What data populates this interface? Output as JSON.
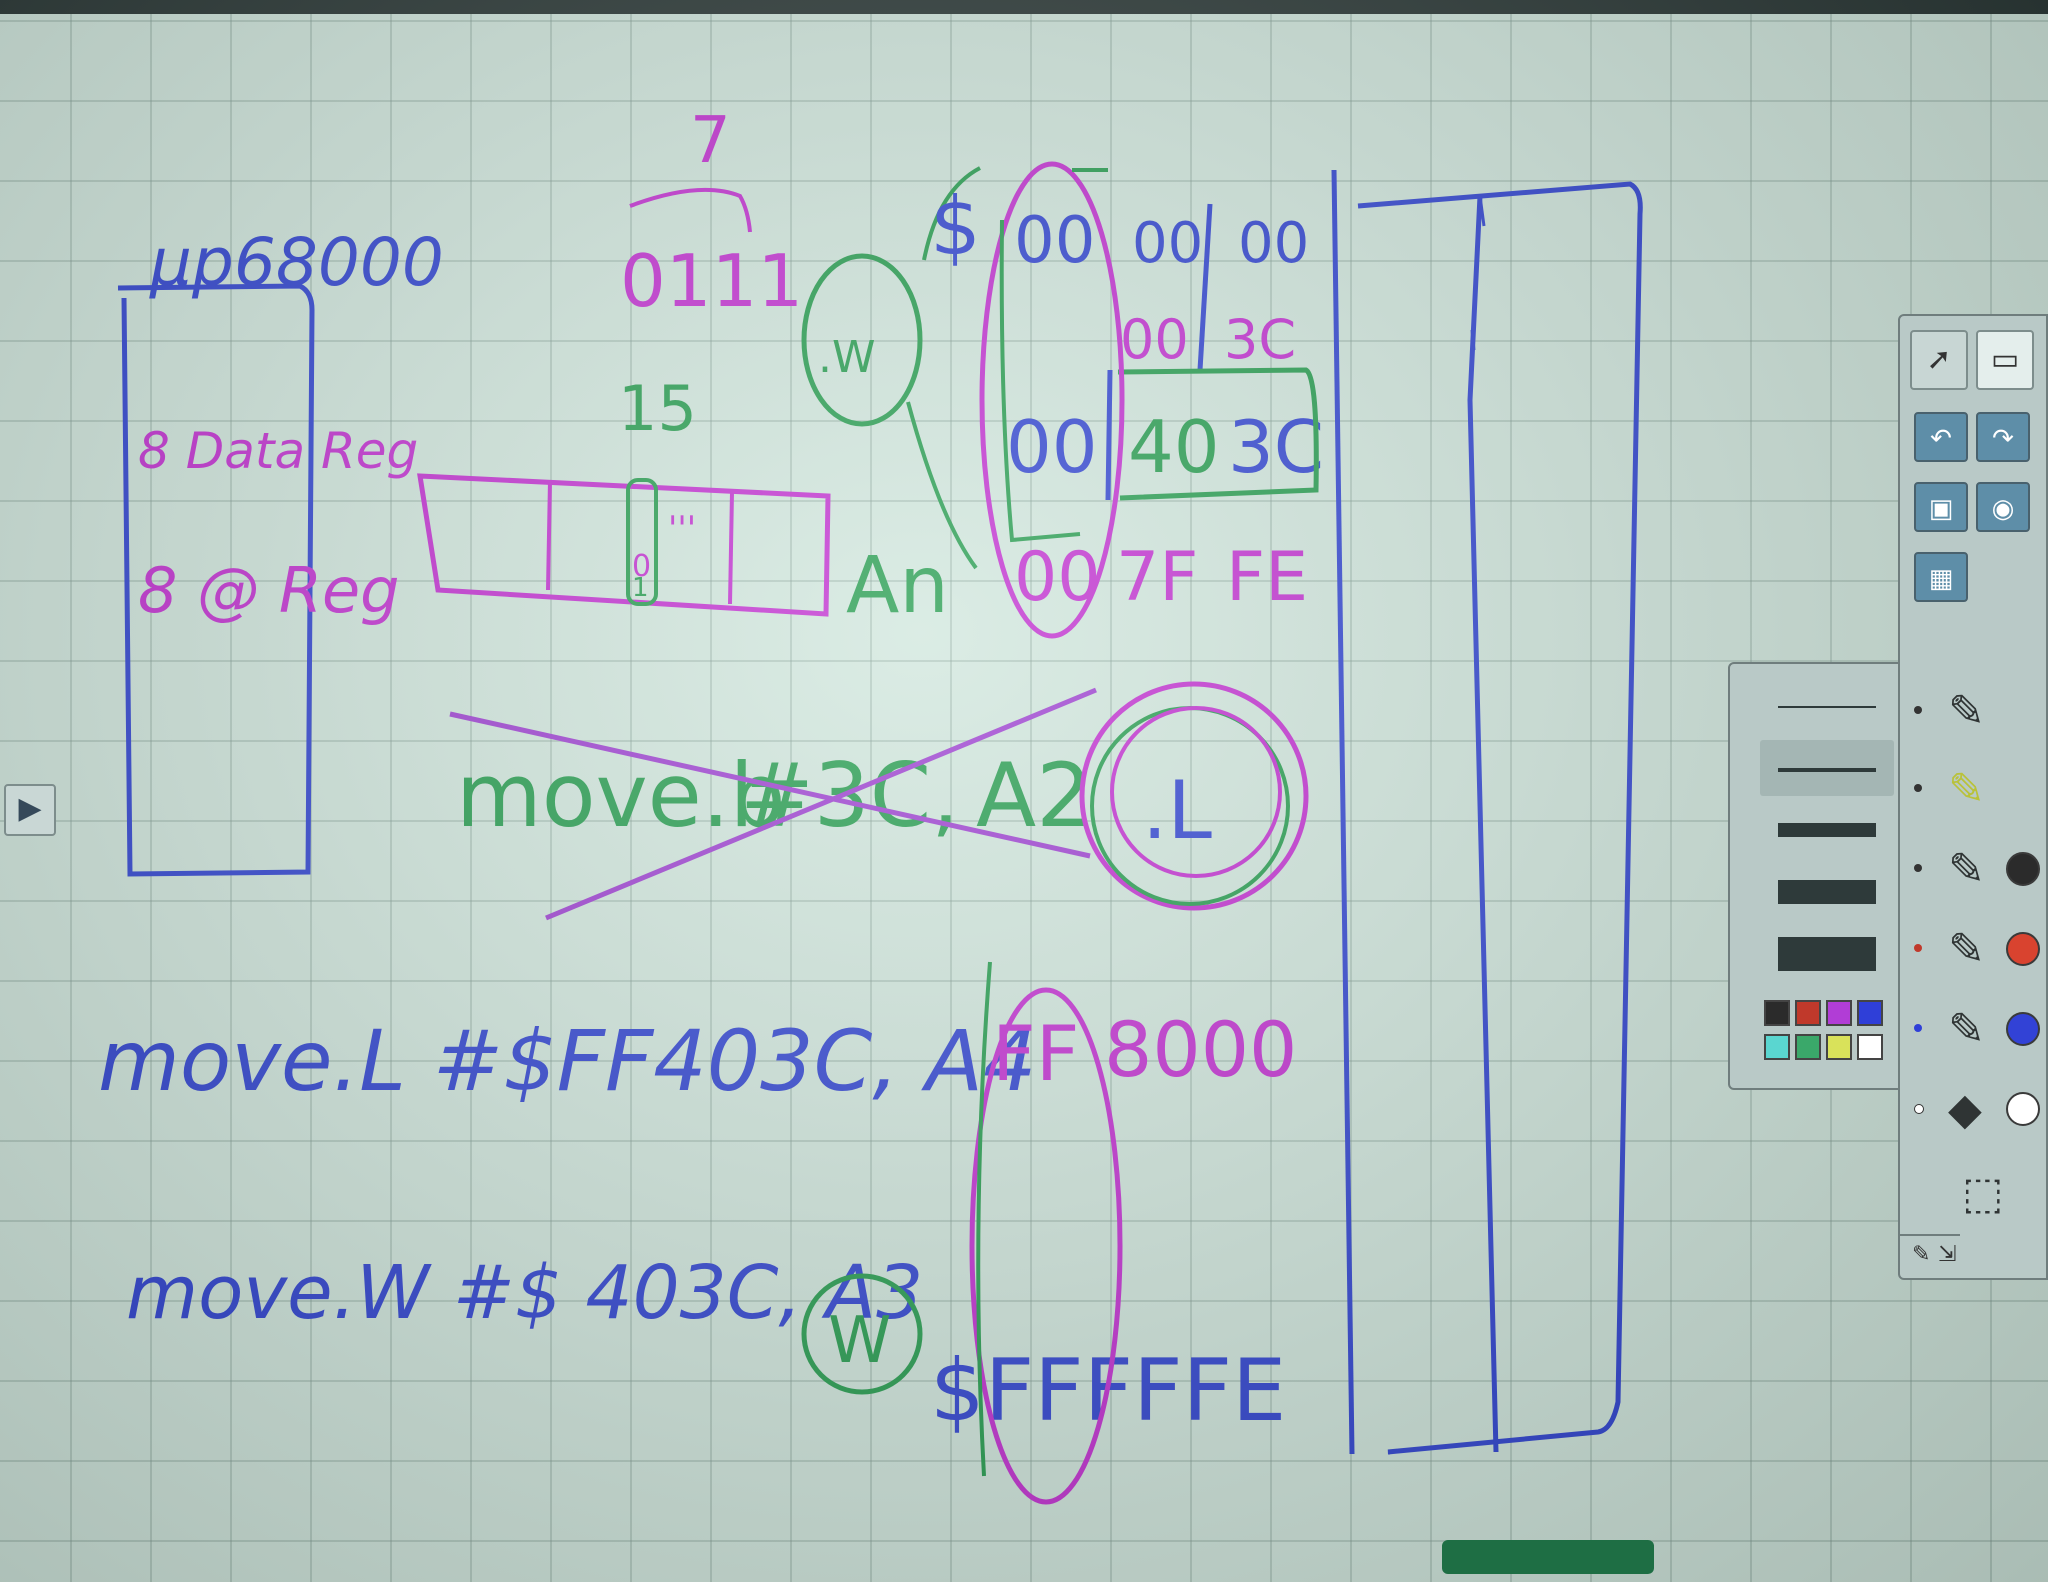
{
  "whiteboard": {
    "heading": "μp68000",
    "register_box": {
      "line1": "8 Data Reg",
      "line2": "8 @ Reg"
    },
    "bit_label_top": "7",
    "bits": "0111",
    "bit_label_15": "15",
    "register_label": "An",
    "hex_dollar": "$",
    "hex_rows": [
      {
        "a": "00",
        "b": "00",
        "c": "00"
      },
      {
        "a": "",
        "b": "00",
        "c": "3C"
      },
      {
        "a": "00",
        "b": "40",
        "c": "3C"
      },
      {
        "a": "00",
        "b": "7F",
        "c": "FE"
      }
    ],
    "size_w_top": ".W",
    "crossed_instruction": {
      "op": "move.b",
      "src": "#3C,",
      "dst": "A2"
    },
    "size_l": ".L",
    "instr_long": "move.L #$FF403C, A4",
    "instr_word": "move.W #$ 403C, A3",
    "size_w_bottom": "W",
    "lower_hex_top": {
      "a": "FF",
      "b": "8000"
    },
    "lower_hex_bottom": "$FFFFFE"
  },
  "toolbar": {
    "icons": [
      "pointer-icon",
      "eraser-tab-icon",
      "undo-icon",
      "redo-icon",
      "camera-icon",
      "capture-icon",
      "image-icon"
    ],
    "pens": [
      {
        "name": "pen-thin",
        "color": ""
      },
      {
        "name": "highlighter",
        "color": "#d9e25a"
      },
      {
        "name": "pen-black",
        "color": "#2b2b2b"
      },
      {
        "name": "pen-red",
        "color": "#d9432f"
      },
      {
        "name": "pen-blue",
        "color": "#3242d6"
      },
      {
        "name": "eraser",
        "color": "#ffffff"
      }
    ],
    "palette": [
      "#2b2b2b",
      "#c0392b",
      "#b13dd6",
      "#2f3fd8",
      "#5ad6d0",
      "#3aa86a",
      "#d9e25a",
      "#ffffff"
    ],
    "colors": {
      "accent": "#5e8ea8",
      "panel": "#b9c9c7"
    }
  }
}
